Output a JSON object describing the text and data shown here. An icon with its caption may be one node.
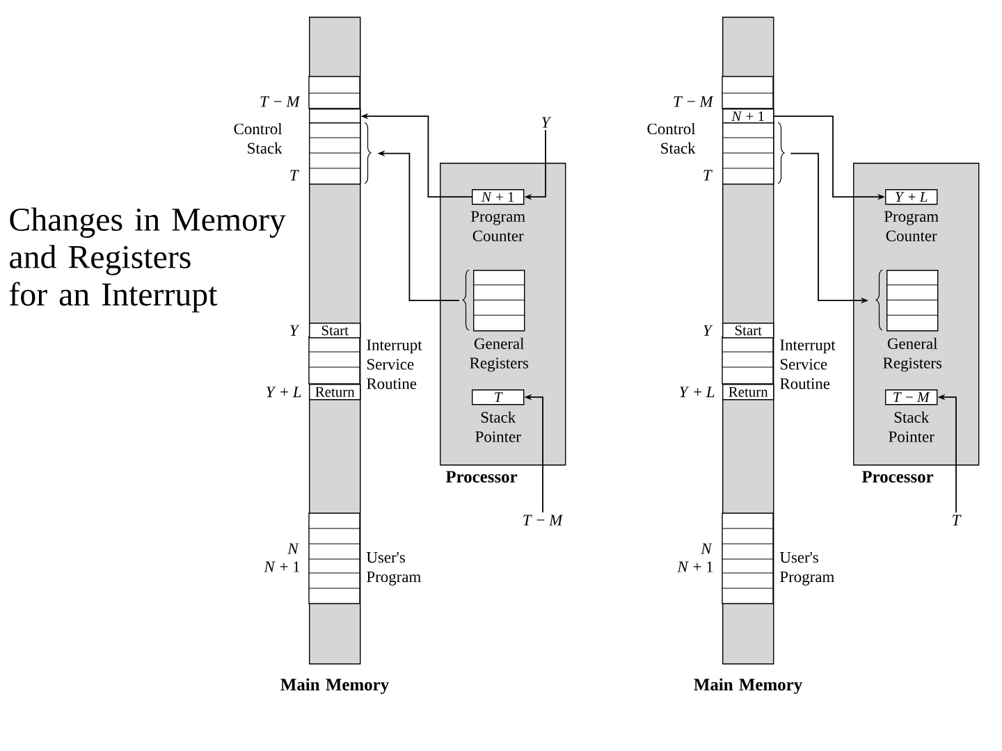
{
  "diagram": {
    "title": "Changes in Memory and Registers for an Interrupt",
    "nodes": [
      {
        "text": [
          "Main Memory"
        ]
      },
      {
        "text": [],
        "shape": "box",
        "in": 0
      },
      {
        "text": [],
        "shape": "box",
        "in": 0
      },
      {
        "text": [
          "Start"
        ],
        "beside": [
          "Y"
        ],
        "in": 0
      },
      {
        "text": [
          "Return"
        ],
        "beside": [
          "*Y* + *L*"
        ],
        "in": 0
      },
      {
        "text": [
          "Processor"
        ]
      },
      {
        "text": [
          "*N* + 1"
        ],
        "beside": [
          "Program Counter"
        ],
        "in": 5
      },
      {
        "text": [],
        "shape": "box",
        "beside": [
          "General Registers"
        ],
        "in": 5
      },
      {
        "text": [
          "T"
        ],
        "beside": [
          "Stack Pointer"
        ],
        "in": 5
      },
      {
        "text": [
          "Y"
        ]
      },
      {
        "text": [
          "*T* − *M*"
        ]
      },
      {
        "text": [
          "Main Memory"
        ]
      },
      {
        "text": [
          "*N* + 1"
        ],
        "in": 11
      },
      {
        "text": [],
        "shape": "box",
        "in": 11
      },
      {
        "text": [
          "Start"
        ],
        "beside": [
          "Y"
        ],
        "in": 11
      },
      {
        "text": [
          "Return"
        ],
        "beside": [
          "*Y* + *L*"
        ],
        "in": 11
      },
      {
        "text": [
          "Processor"
        ]
      },
      {
        "text": [
          "*Y* + *L*"
        ],
        "beside": [
          "Program Counter"
        ],
        "in": 16
      },
      {
        "text": [],
        "shape": "box",
        "beside": [
          "General Registers"
        ],
        "in": 16
      },
      {
        "text": [
          "*T* − *M*"
        ],
        "beside": [
          "Stack Pointer"
        ],
        "in": 16
      },
      {
        "text": [
          "T"
        ]
      }
    ],
    "edges": [
      {
        "from": 6,
        "to": 1,
        "arrow": "to"
      },
      {
        "from": 7,
        "to": 2,
        "arrow": "to"
      },
      {
        "from": 9,
        "to": 6,
        "arrow": "to"
      },
      {
        "from": 10,
        "to": 8,
        "arrow": "to"
      },
      {
        "from": 12,
        "to": 17,
        "arrow": "to"
      },
      {
        "from": 13,
        "to": 18,
        "arrow": "to"
      },
      {
        "from": 20,
        "to": 19,
        "arrow": "to"
      }
    ],
    "labels": [
      "*T* − *M*",
      "Control Stack",
      "T",
      "Interrupt Service Routine",
      "N",
      "*N* + 1",
      "User's Program",
      "*T* − *M*",
      "Control Stack",
      "T",
      "Interrupt Service Routine",
      "N",
      "*N* + 1",
      "User's Program"
    ]
  }
}
